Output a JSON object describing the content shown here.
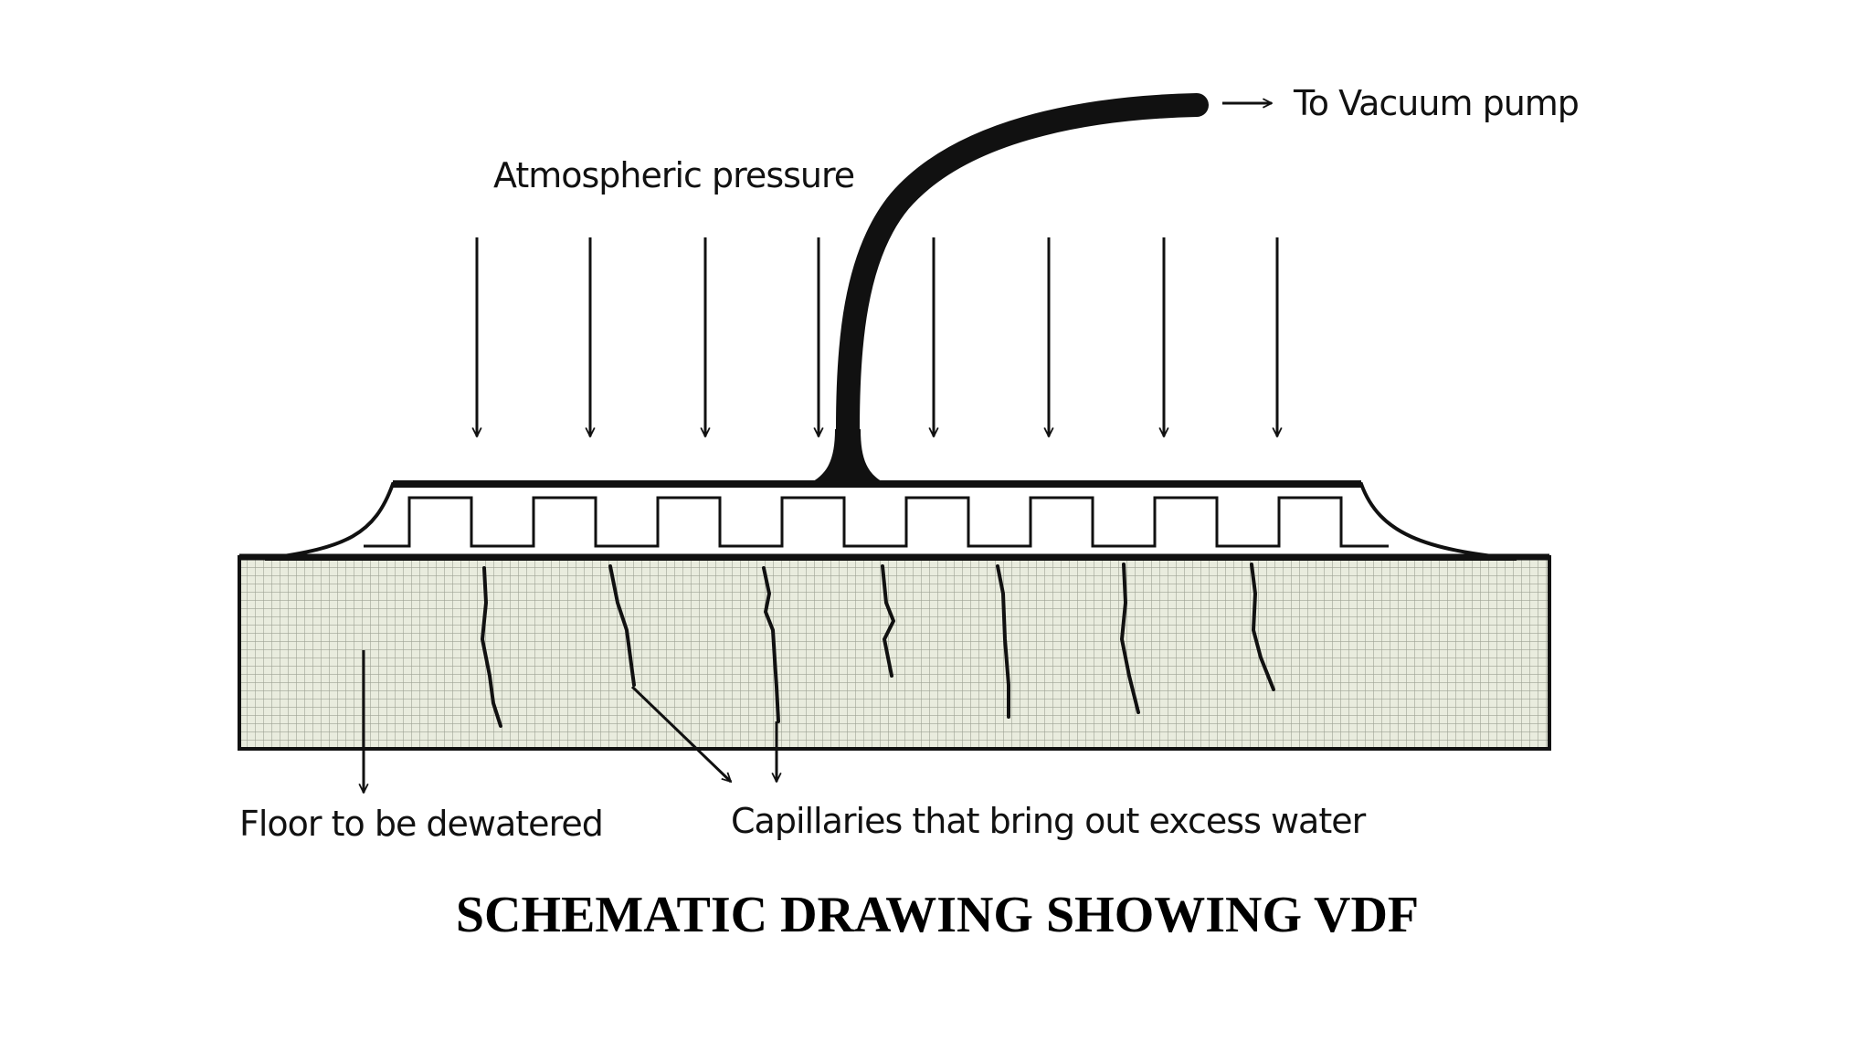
{
  "labels": {
    "vacuum_pump": "To Vacuum pump",
    "atmospheric_pressure": "Atmospheric pressure",
    "floor": "Floor to be dewatered",
    "capillaries": "Capillaries that bring out excess water"
  },
  "caption": "SCHEMATIC DRAWING SHOWING VDF"
}
